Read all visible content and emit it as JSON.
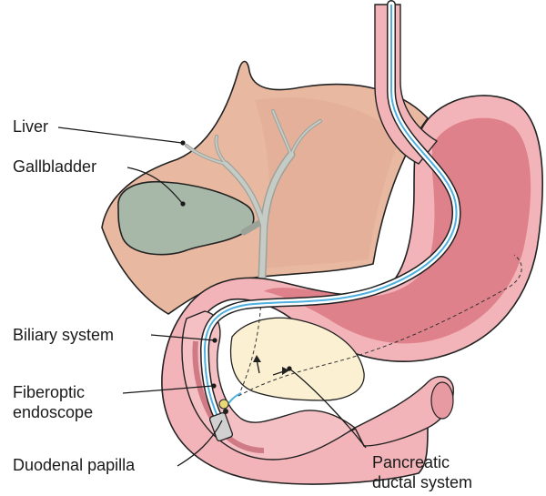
{
  "labels": {
    "liver": "Liver",
    "gallbladder": "Gallbladder",
    "biliary_system": "Biliary system",
    "fiberoptic_line1": "Fiberoptic",
    "fiberoptic_line2": "endoscope",
    "duodenal_papilla": "Duodenal papilla",
    "pancreatic_line1": "Pancreatic",
    "pancreatic_line2": "ductal system"
  },
  "colors": {
    "liver": "#e8b8a0",
    "gallbladder": "#a8b8a8",
    "stomach_outer": "#f2b4b8",
    "stomach_inner": "#d8707c",
    "pancreas": "#fbf0d2",
    "bile_duct": "#c6cbc6",
    "endoscope_blue": "#4fb0e0",
    "outline": "#222222"
  }
}
